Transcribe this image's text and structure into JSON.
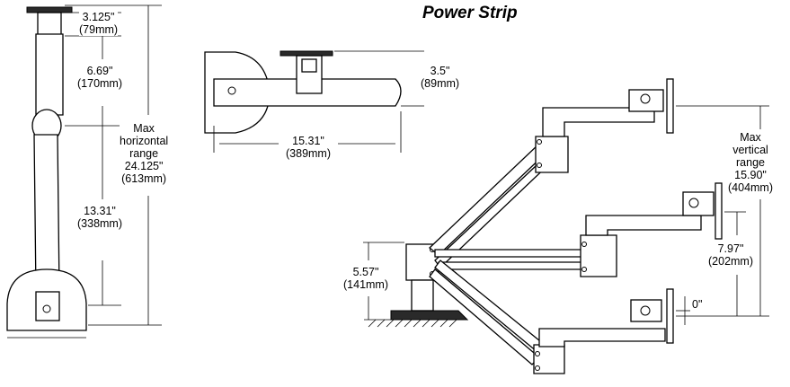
{
  "title": "Power Strip",
  "side_view": {
    "top_plate": {
      "line1": "3.125\"",
      "line2": "(79mm)"
    },
    "upper_arm": {
      "line1": "6.69\"",
      "line2": "(170mm)"
    },
    "lower_arm": {
      "line1": "13.31\"",
      "line2": "(338mm)"
    },
    "horizontal_range": {
      "line1": "Max",
      "line2": "horizontal",
      "line3": "range",
      "line4": "24.125\"",
      "line5": "(613mm)"
    }
  },
  "top_view": {
    "height": {
      "line1": "3.5\"",
      "line2": "(89mm)"
    },
    "length": {
      "line1": "15.31\"",
      "line2": "(389mm)"
    }
  },
  "elevation_view": {
    "vertical_range": {
      "line1": "Max",
      "line2": "vertical",
      "line3": "range",
      "line4": "15.90\"",
      "line5": "(404mm)"
    },
    "mid_height": {
      "line1": "7.97\"",
      "line2": "(202mm)"
    },
    "base_height": {
      "line1": "5.57\"",
      "line2": "(141mm)"
    },
    "zero": {
      "line1": "0\""
    }
  }
}
